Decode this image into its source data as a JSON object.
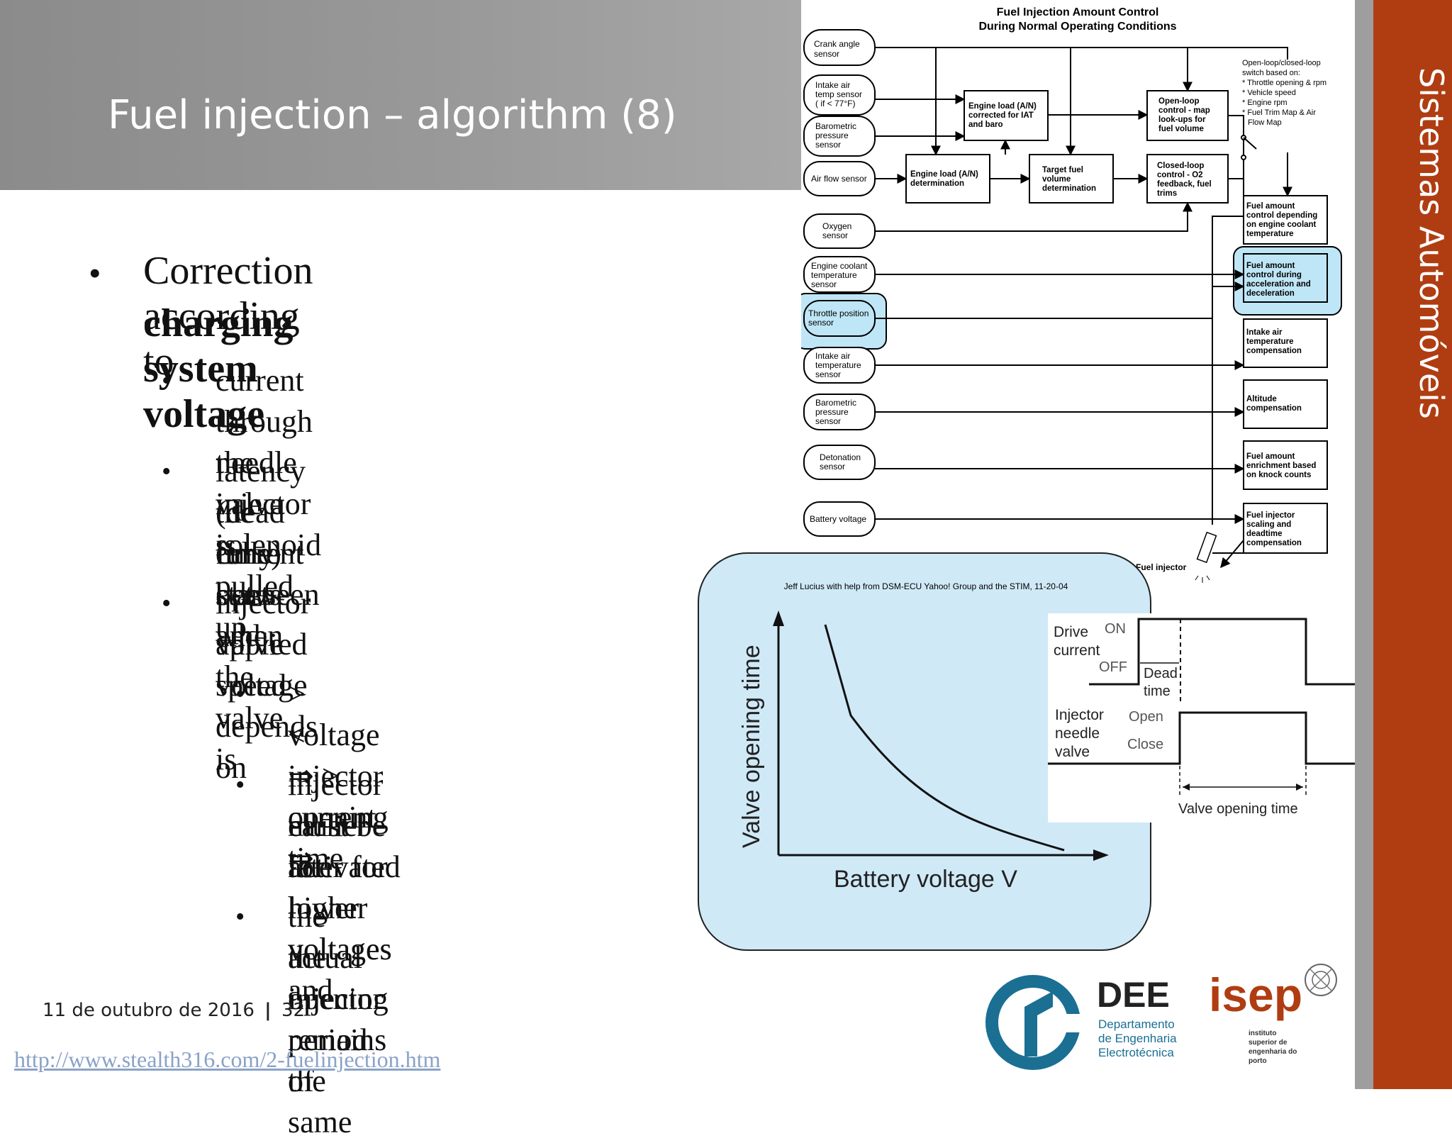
{
  "slide": {
    "title": "Fuel injection – algorithm (8)",
    "side_label": "Sistemas Automóveis",
    "date": "11 de outubro de 2016",
    "separator": "|",
    "page_number": "32",
    "source_link": "http://www.stealth316.com/2-fuelinjection.htm"
  },
  "bullets": {
    "heading_line1": "Correction according to",
    "heading_line2": "charging system voltage",
    "items": [
      {
        "line1": "current through the injector solenoid",
        "line2": "→ needle valve is pulled up"
      },
      {
        "line1": "latency (dead time) between when",
        "line2": "the current starts and the valve is",
        "line3": "fully open"
      },
      {
        "line1": "injector valve speed depends on",
        "line2": "applied voltage"
      }
    ],
    "sub_items": [
      {
        "line1": "> voltage ⇒ > current ⇒",
        "line2": "< injector opening time"
      },
      {
        "line1": "injector must be activated",
        "line2": "earlier for lower voltages and",
        "line3": "later for higher voltages"
      },
      {
        "line1": "the actual opening period of",
        "line2": "the injector remains the same"
      }
    ],
    "bullet_char": "•"
  },
  "diagram": {
    "title_line1": "Fuel Injection Amount Control",
    "title_line2": "During Normal Operating Conditions",
    "sensors": {
      "crank": [
        "Crank angle",
        "sensor"
      ],
      "iat_top": [
        "Intake air",
        "temp sensor",
        "( if < 77°F)"
      ],
      "baro_top": [
        "Barometric",
        "pressure",
        "sensor"
      ],
      "airflow": [
        "Air flow sensor"
      ],
      "oxygen": [
        "Oxygen",
        "sensor"
      ],
      "coolant": [
        "Engine coolant",
        "temperature",
        "sensor"
      ],
      "throttle": [
        "Throttle position",
        "sensor"
      ],
      "iat_bottom": [
        "Intake air",
        "temperature",
        "sensor"
      ],
      "baro_bottom": [
        "Barometric",
        "pressure",
        "sensor"
      ],
      "detonation": [
        "Detonation",
        "sensor"
      ],
      "battery": [
        "Battery voltage"
      ]
    },
    "blocks": {
      "load_corr": [
        "Engine load (A/N)",
        "corrected for IAT",
        "and baro"
      ],
      "openloop": [
        "Open-loop",
        "control - map",
        "look-ups for",
        "fuel volume"
      ],
      "load_det": [
        "Engine load (A/N)",
        "determination"
      ],
      "target": [
        "Target fuel",
        "volume",
        "determination"
      ],
      "closedloop": [
        "Closed-loop",
        "control - O2",
        "feedback, fuel",
        "trims"
      ],
      "coolant_ctrl": [
        "Fuel amount",
        "control depending",
        "on engine coolant",
        "temperature"
      ],
      "accel_ctrl": [
        "Fuel amount",
        "control during",
        "acceleration and",
        "deceleration"
      ],
      "iat_comp": [
        "Intake air",
        "temperature",
        "compensation"
      ],
      "alt_comp": [
        "Altitude",
        "compensation"
      ],
      "knock": [
        "Fuel amount",
        "enrichment based",
        "on knock counts"
      ],
      "scaling": [
        "Fuel injector",
        "scaling and",
        "deadtime",
        "compensation"
      ]
    },
    "switch_note": [
      "Open-loop/closed-loop",
      "switch based on:",
      "* Throttle opening & rpm",
      "* Vehicle speed",
      "* Engine rpm",
      "* Fuel Trim Map & Air",
      "  Flow Map"
    ],
    "fuel_injector_label": "Fuel injector",
    "credit": "Jeff Lucius with help from DSM-ECU Yahoo! Group and the STIM, 11-20-04",
    "highlight_color": "#bfe6f6"
  },
  "voltage_plot": {
    "ylabel": "Valve opening time",
    "xlabel": "Battery voltage V",
    "background": "#cfe9f7"
  },
  "waveform": {
    "drive_label": [
      "Drive",
      "current"
    ],
    "on": "ON",
    "off": "OFF",
    "dead_time": [
      "Dead",
      "time"
    ],
    "needle_label": [
      "Injector",
      "needle",
      "valve"
    ],
    "open": "Open",
    "close": "Close",
    "valve_opening_time": "Valve opening time"
  },
  "logos": {
    "dee_title": "DEE",
    "dee_sub": [
      "Departamento",
      "de Engenharia",
      "Electrotécnica"
    ],
    "isep_title": "isep",
    "isep_sub": [
      "instituto",
      "superior de",
      "engenharia do",
      "porto"
    ],
    "dee_color": "#1a6f93",
    "isep_color": "#b03d12"
  }
}
